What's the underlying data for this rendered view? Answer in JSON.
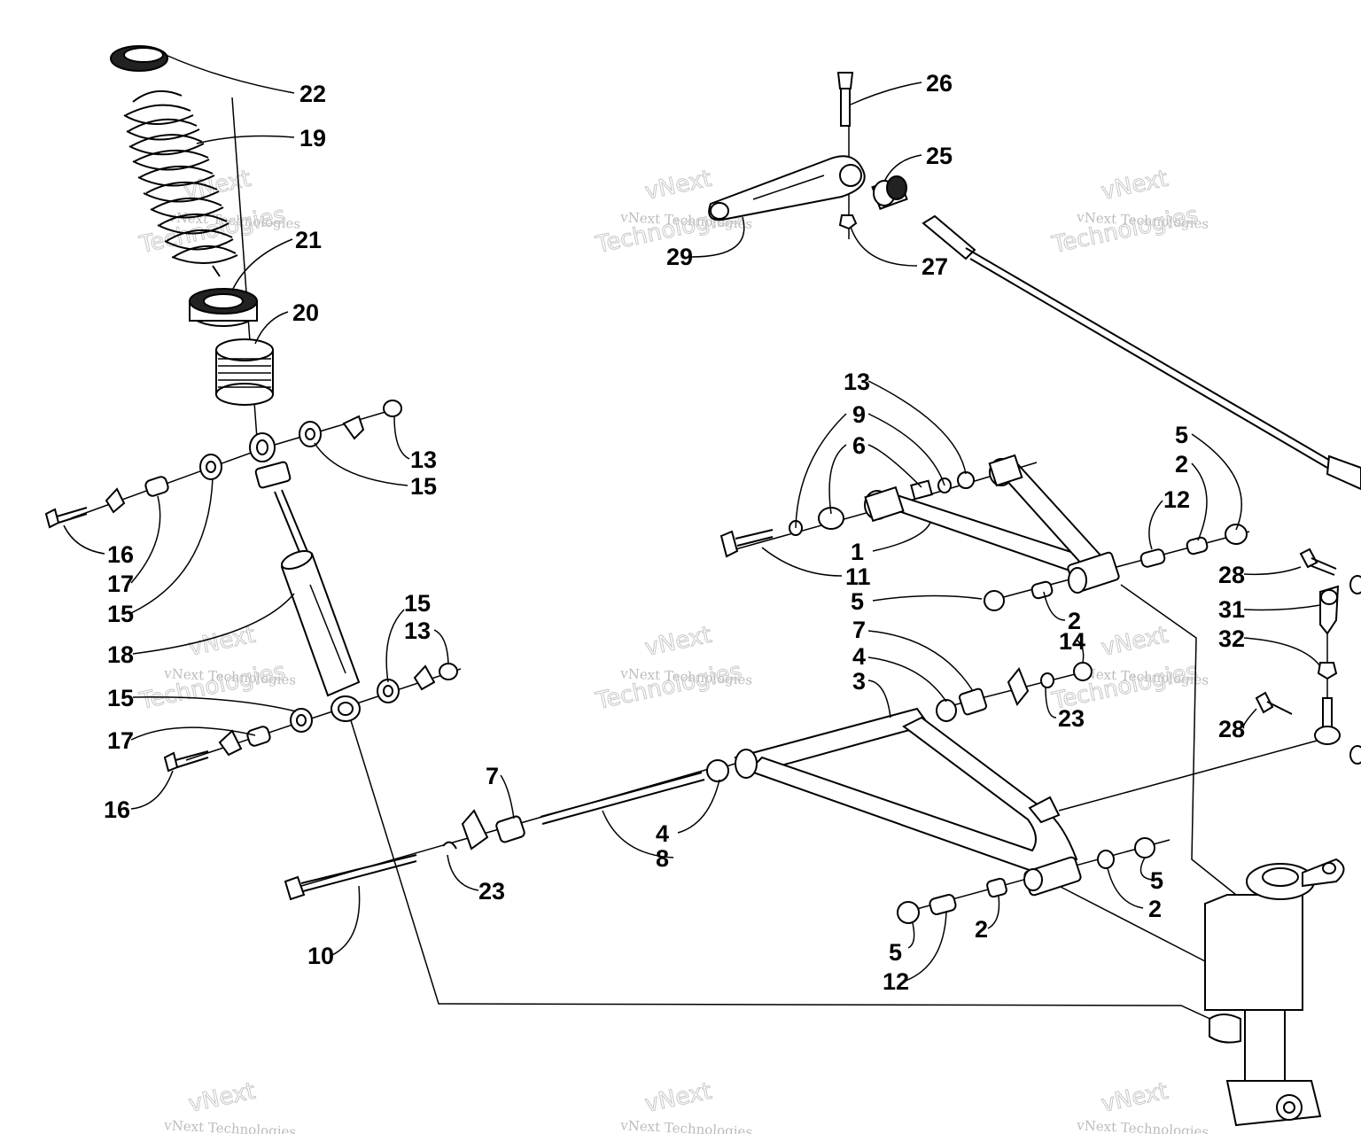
{
  "watermark": {
    "line1": "vNext",
    "line2": "vNext Technologies",
    "line3": "Technologies"
  },
  "callouts": [
    {
      "id": "c22a",
      "text": "22"
    },
    {
      "id": "c19a",
      "text": "19"
    },
    {
      "id": "c21a",
      "text": "21"
    },
    {
      "id": "c20a",
      "text": "20"
    },
    {
      "id": "c13a",
      "text": "13"
    },
    {
      "id": "c15a",
      "text": "15"
    },
    {
      "id": "c16a",
      "text": "16"
    },
    {
      "id": "c17a",
      "text": "17"
    },
    {
      "id": "c15b",
      "text": "15"
    },
    {
      "id": "c18a",
      "text": "18"
    },
    {
      "id": "c15c",
      "text": "15"
    },
    {
      "id": "c13b",
      "text": "13"
    },
    {
      "id": "c15d",
      "text": "15"
    },
    {
      "id": "c17b",
      "text": "17"
    },
    {
      "id": "c16b",
      "text": "16"
    },
    {
      "id": "c26a",
      "text": "26"
    },
    {
      "id": "c25a",
      "text": "25"
    },
    {
      "id": "c29a",
      "text": "29"
    },
    {
      "id": "c27a",
      "text": "27"
    },
    {
      "id": "c13c",
      "text": "13"
    },
    {
      "id": "c9a",
      "text": "9"
    },
    {
      "id": "c6a",
      "text": "6"
    },
    {
      "id": "c1a",
      "text": "1"
    },
    {
      "id": "c11a",
      "text": "11"
    },
    {
      "id": "c5a",
      "text": "5"
    },
    {
      "id": "c2a",
      "text": "2"
    },
    {
      "id": "c5b",
      "text": "5"
    },
    {
      "id": "c2b",
      "text": "2"
    },
    {
      "id": "c12a",
      "text": "12"
    },
    {
      "id": "c28a",
      "text": "28"
    },
    {
      "id": "c31a",
      "text": "31"
    },
    {
      "id": "c32a",
      "text": "32"
    },
    {
      "id": "c14a",
      "text": "14"
    },
    {
      "id": "c23a",
      "text": "23"
    },
    {
      "id": "c28b",
      "text": "28"
    },
    {
      "id": "c7a",
      "text": "7"
    },
    {
      "id": "c4a",
      "text": "4"
    },
    {
      "id": "c3a",
      "text": "3"
    },
    {
      "id": "c7b",
      "text": "7"
    },
    {
      "id": "c4b",
      "text": "4"
    },
    {
      "id": "c8a",
      "text": "8"
    },
    {
      "id": "c23b",
      "text": "23"
    },
    {
      "id": "c10a",
      "text": "10"
    },
    {
      "id": "c5c",
      "text": "5"
    },
    {
      "id": "c2c",
      "text": "2"
    },
    {
      "id": "c2d",
      "text": "2"
    },
    {
      "id": "c5d",
      "text": "5"
    },
    {
      "id": "c12b",
      "text": "12"
    }
  ]
}
